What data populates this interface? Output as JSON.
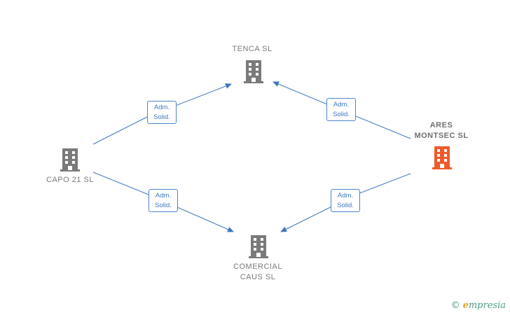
{
  "nodes": {
    "tenca": {
      "label": "TENCA  SL",
      "color": "#7a7a7a"
    },
    "ares": {
      "label": "ARES\nMONTSEC  SL",
      "color": "#ee5a2a"
    },
    "capo": {
      "label": "CAPO 21  SL",
      "color": "#7a7a7a"
    },
    "comercial": {
      "label": "COMERCIAL\nCAUS  SL",
      "color": "#7a7a7a"
    }
  },
  "edges": {
    "capo_tenca": {
      "label": "Adm.\nSolid."
    },
    "ares_tenca": {
      "label": "Adm.\nSolid."
    },
    "capo_comercial": {
      "label": "Adm.\nSolid."
    },
    "ares_comercial": {
      "label": "Adm.\nSolid."
    }
  },
  "colors": {
    "edge": "#3c78c0"
  },
  "brand": {
    "copyright": "©",
    "initial": "e",
    "rest": "mpresia"
  }
}
